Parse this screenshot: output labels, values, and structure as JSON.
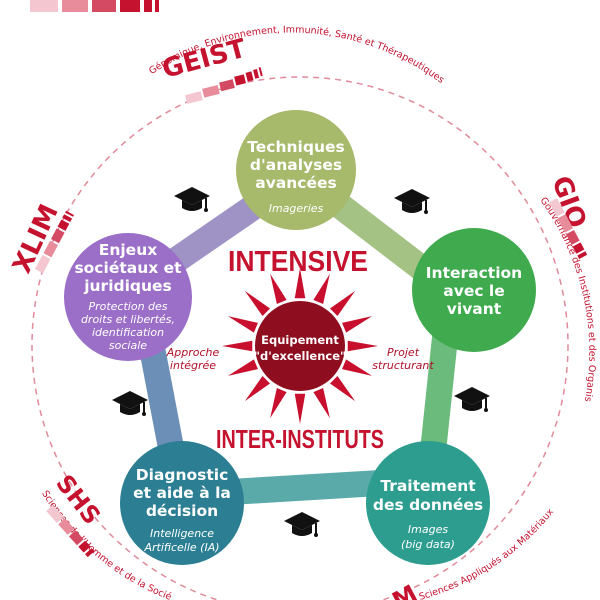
{
  "center": {
    "top_word": "INTENSIVE",
    "bottom_word": "INTER-INSTITUTS",
    "core_line1": "Equipement",
    "core_line2": "\"d'excellence\"",
    "left_label_1": "Approche",
    "left_label_2": "intégrée",
    "right_label_1": "Projet",
    "right_label_2": "structurant"
  },
  "circles": [
    {
      "title": [
        "Techniques",
        "d'analyses",
        "avancées"
      ],
      "subtitle": [
        "Imageries"
      ],
      "color": "#a7b96a"
    },
    {
      "title": [
        "Interaction",
        "avec le",
        "vivant"
      ],
      "subtitle": [],
      "color": "#3faa4e"
    },
    {
      "title": [
        "Traitement",
        "des données"
      ],
      "subtitle": [
        "Images",
        "(big data)"
      ],
      "color": "#2c9d8f"
    },
    {
      "title": [
        "Diagnostic",
        "et aide à la",
        "décision"
      ],
      "subtitle": [
        "Intelligence",
        "Artificelle (IA)"
      ],
      "color": "#2c7f93"
    },
    {
      "title": [
        "Enjeux",
        "sociétaux et",
        "juridiques"
      ],
      "subtitle": [
        "Protection des",
        "droits et libertés,",
        "identification",
        "sociale"
      ],
      "color": "#9b6fc8"
    }
  ],
  "institutes": {
    "geist": {
      "name": "GEIST",
      "full": "Génomique, Environnement, Immunité, Santé et Thérapeutiques"
    },
    "gio": {
      "name": "GIO",
      "full": "Gouvernance des Institutions et des Organisations"
    },
    "xlim": {
      "name": "XLIM"
    },
    "shs": {
      "name": "SHS",
      "full": "Sciences de l'Homme et de la Société"
    },
    "sam": {
      "name": "M",
      "full": "Sciences Appliqués aux Matériaux"
    }
  },
  "colors": {
    "brand_red": "#c4122f",
    "sun_red": "#c8102e",
    "core_dark": "#8e0d1f"
  }
}
